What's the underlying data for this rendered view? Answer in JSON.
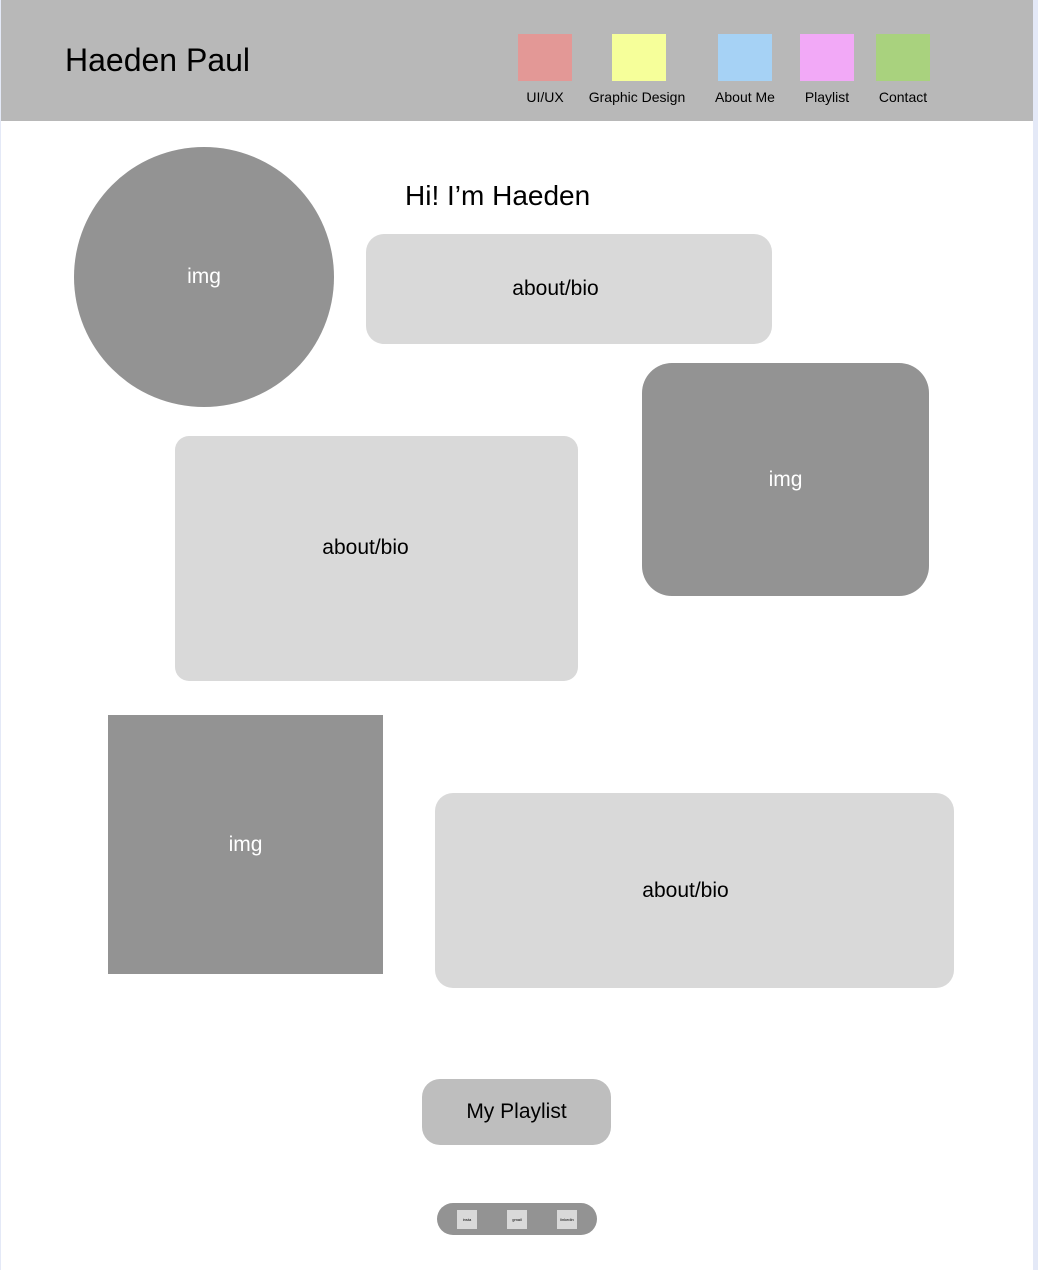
{
  "header": {
    "title": "Haeden Paul",
    "nav": [
      {
        "label": "UI/UX",
        "color": "#e39896"
      },
      {
        "label": "Graphic Design",
        "color": "#f6ff9a"
      },
      {
        "label": "About Me",
        "color": "#a6d2f5"
      },
      {
        "label": "Playlist",
        "color": "#f2a9f7"
      },
      {
        "label": "Contact",
        "color": "#a9d27e"
      }
    ]
  },
  "main": {
    "greeting": "Hi! I’m Haeden",
    "images": [
      "img",
      "img",
      "img"
    ],
    "bios": [
      "about/bio",
      "about/bio",
      "about/bio"
    ],
    "playlist_button": "My Playlist"
  },
  "footer": {
    "social": [
      "insta",
      "gmail",
      "linkedin"
    ]
  },
  "colors": {
    "header_bg": "#b8b8b8",
    "image_placeholder": "#939393",
    "bio_box": "#d9d9d9",
    "button": "#bebebe"
  }
}
